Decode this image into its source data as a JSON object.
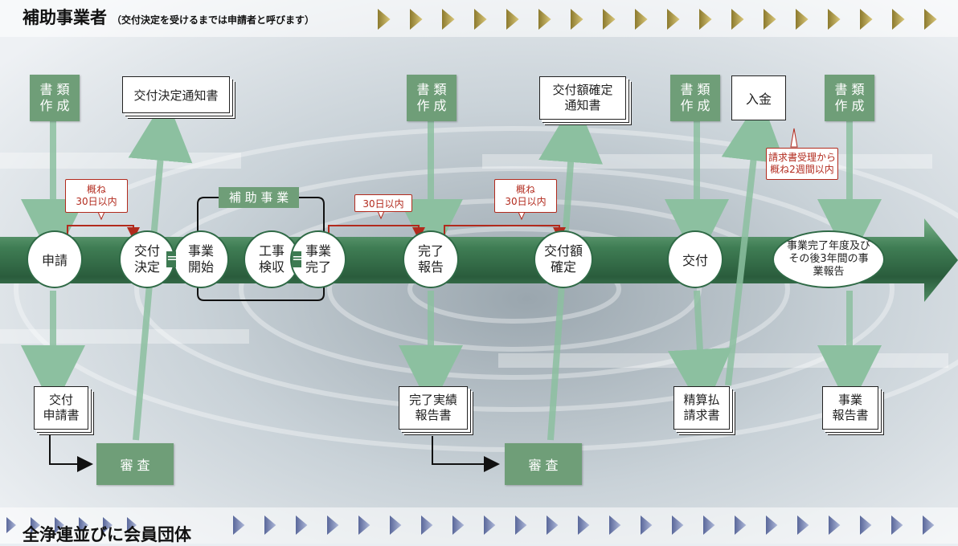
{
  "header": {
    "title": "補助事業者",
    "subtitle": "（交付決定を受けるまでは申請者と呼びます）"
  },
  "footer": {
    "title": "全浄連並びに会員団体"
  },
  "colors": {
    "accent_green": "#3d7a52",
    "box_green": "#6f9e78",
    "callout_red": "#b22a1d",
    "arrow_gold": "#c8b25a",
    "arrow_blue": "#8e9bc2"
  },
  "prep_boxes": [
    {
      "line1": "書 類",
      "line2": "作 成"
    },
    {
      "line1": "書 類",
      "line2": "作 成"
    },
    {
      "line1": "書 類",
      "line2": "作 成"
    },
    {
      "line1": "書 類",
      "line2": "作 成"
    }
  ],
  "review_boxes": [
    "審 査",
    "審 査"
  ],
  "documents": {
    "grant_decision_notice": "交付決定通知書",
    "grant_amount_notice": {
      "line1": "交付額確定",
      "line2": "通知書"
    },
    "payment": "入金",
    "grant_application": {
      "line1": "交付",
      "line2": "申請書"
    },
    "completion_report": {
      "line1": "完了実績",
      "line2": "報告書"
    },
    "settlement_invoice": {
      "line1": "精算払",
      "line2": "請求書"
    },
    "project_report": {
      "line1": "事業",
      "line2": "報告書"
    }
  },
  "steps": {
    "application": "申請",
    "grant_decision": {
      "line1": "交付",
      "line2": "決定"
    },
    "project_start": {
      "line1": "事業",
      "line2": "開始"
    },
    "construction_inspection": {
      "line1": "工事",
      "line2": "検収"
    },
    "project_completion": {
      "line1": "事業",
      "line2": "完了"
    },
    "completion_report": {
      "line1": "完了",
      "line2": "報告"
    },
    "grant_amount_determination": {
      "line1": "交付額",
      "line2": "確定"
    },
    "grant": "交付",
    "final_report": {
      "line1": "事業完了年度及び",
      "line2": "その後3年間の事",
      "line3": "業報告"
    }
  },
  "equals_sign": "=",
  "subsidy_project_label": "補 助 事 業",
  "callouts": {
    "within_30_days_1": {
      "line1": "概ね",
      "line2": "30日以内"
    },
    "within_30_days_2": "30日以内",
    "within_30_days_3": {
      "line1": "概ね",
      "line2": "30日以内"
    },
    "payment_timing": {
      "line1": "請求書受理から",
      "line2": "概ね2週間以内"
    }
  }
}
